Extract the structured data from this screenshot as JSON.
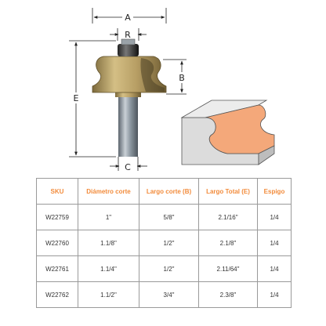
{
  "diagram": {
    "labels": {
      "a": "A",
      "r": "R",
      "b": "B",
      "e": "E",
      "c": "C"
    },
    "colors": {
      "body": "#b79e64",
      "shaft": "#8f9aa3",
      "profile": "#f4a87a",
      "block": "#dcdcdc"
    }
  },
  "table": {
    "header_color": "#f28b3b",
    "headers": [
      "SKU",
      "Diámetro corte",
      "Largo corte (B)",
      "Largo Total (E)",
      "Espigo"
    ],
    "rows": [
      [
        "W22759",
        "1\"",
        "5/8\"",
        "2.1/16\"",
        "1/4"
      ],
      [
        "W22760",
        "1.1/8\"",
        "1/2\"",
        "2.1/8\"",
        "1/4"
      ],
      [
        "W22761",
        "1.1/4\"",
        "1/2\"",
        "2.11/64\"",
        "1/4"
      ],
      [
        "W22762",
        "1.1/2\"",
        "3/4\"",
        "2.3/8\"",
        "1/4"
      ]
    ]
  }
}
